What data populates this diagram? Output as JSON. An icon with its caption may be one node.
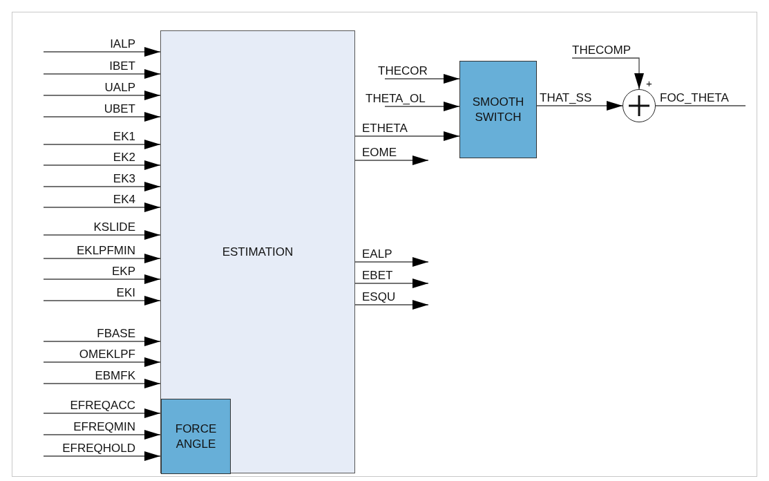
{
  "diagram": {
    "nodes": [
      {
        "text": [
          "ESTIMATION"
        ]
      },
      {
        "text": [
          "FORCE ANGLE"
        ],
        "in": 0
      },
      {
        "text": [
          "SMOOTH SWITCH"
        ]
      },
      {
        "text": [],
        "shape": "circle",
        "beside": [
          "+"
        ]
      }
    ],
    "edges": [
      {
        "from": null,
        "to": 0,
        "arrow": "to",
        "label": "IALP"
      },
      {
        "from": null,
        "to": 0,
        "arrow": "to",
        "label": "IBET"
      },
      {
        "from": null,
        "to": 0,
        "arrow": "to",
        "label": "UALP"
      },
      {
        "from": null,
        "to": 0,
        "arrow": "to",
        "label": "UBET"
      },
      {
        "from": null,
        "to": 0,
        "arrow": "to",
        "label": "EK1"
      },
      {
        "from": null,
        "to": 0,
        "arrow": "to",
        "label": "EK2"
      },
      {
        "from": null,
        "to": 0,
        "arrow": "to",
        "label": "EK3"
      },
      {
        "from": null,
        "to": 0,
        "arrow": "to",
        "label": "EK4"
      },
      {
        "from": null,
        "to": 0,
        "arrow": "to",
        "label": "KSLIDE"
      },
      {
        "from": null,
        "to": 0,
        "arrow": "to",
        "label": "EKLPFMIN"
      },
      {
        "from": null,
        "to": 0,
        "arrow": "to",
        "label": "EKP"
      },
      {
        "from": null,
        "to": 0,
        "arrow": "to",
        "label": "EKI"
      },
      {
        "from": null,
        "to": 0,
        "arrow": "to",
        "label": "FBASE"
      },
      {
        "from": null,
        "to": 0,
        "arrow": "to",
        "label": "OMEKLPF"
      },
      {
        "from": null,
        "to": 0,
        "arrow": "to",
        "label": "EBMFK"
      },
      {
        "from": null,
        "to": 1,
        "arrow": "to",
        "label": "EFREQACC"
      },
      {
        "from": null,
        "to": 1,
        "arrow": "to",
        "label": "EFREQMIN"
      },
      {
        "from": null,
        "to": 1,
        "arrow": "to",
        "label": "EFREQHOLD"
      },
      {
        "from": null,
        "to": 2,
        "arrow": "to",
        "label": "THECOR"
      },
      {
        "from": null,
        "to": 2,
        "arrow": "to",
        "label": "THETA_OL"
      },
      {
        "from": 0,
        "to": 2,
        "arrow": "to",
        "label": "ETHETA"
      },
      {
        "from": 0,
        "to": null,
        "arrow": "to",
        "label": "EOME"
      },
      {
        "from": 0,
        "to": null,
        "arrow": "to",
        "label": "EALP"
      },
      {
        "from": 0,
        "to": null,
        "arrow": "to",
        "label": "EBET"
      },
      {
        "from": 0,
        "to": null,
        "arrow": "to",
        "label": "ESQU"
      },
      {
        "from": 2,
        "to": 3,
        "arrow": "to",
        "label": "THAT_SS"
      },
      {
        "from": null,
        "to": 3,
        "arrow": "to",
        "label": "THECOMP"
      },
      {
        "from": 3,
        "to": null,
        "arrow": "none",
        "label": "FOC_THETA"
      }
    ]
  }
}
